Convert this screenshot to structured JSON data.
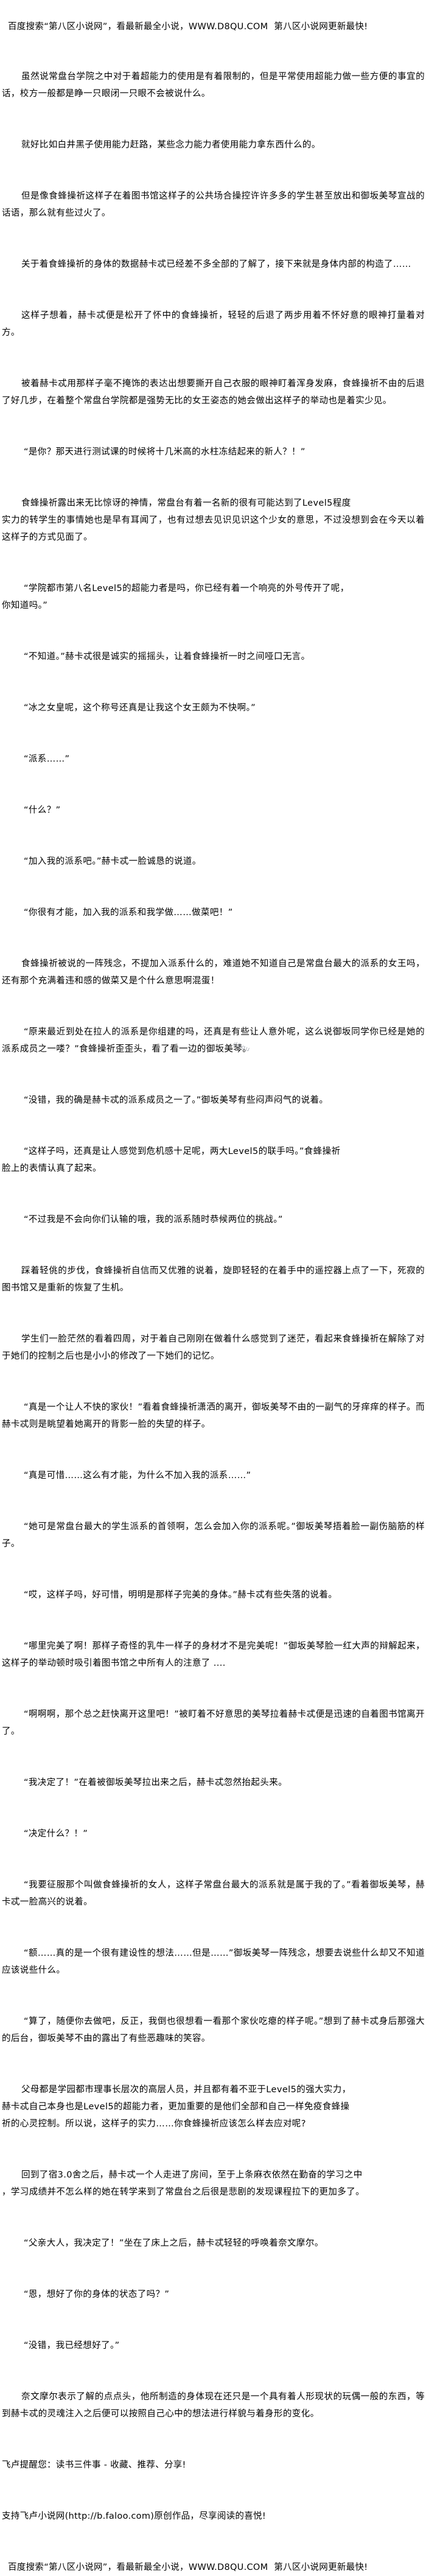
{
  "header_ad": "百度搜索“第八区小说网”，看最新最全小说，WWW.D8QU.COM  第八区小说网更新最快!",
  "paragraphs": [
    "虽然说常盘台学院之中对于着超能力的使用是有着限制的，但是平常使用超能力做一些方便的事宜的话，校方一般都是睁一只眼闭一只眼不会被说什么。",
    "就好比如白井黑子使用能力赶路，某些念力能力者使用能力拿东西什么的。",
    "但是像食蜂操祈这样子在着图书馆这样子的公共场合操控许许多多的学生甚至放出和御坂美琴宣战的话语，那么就有些过火了。",
    "关于着食蜂操祈的身体的数据赫卡忒已经差不多全部的了解了，接下来就是身体内部的构造了……",
    "这样子想着，赫卡忒便是松开了怀中的食蜂操祈，轻轻的后退了两步用着不怀好意的眼神打量着对方。",
    "被着赫卡忒用那样子毫不掩饰的表达出想要撕开自己衣服的眼神盯着浑身发麻，食蜂操祈不由的后退了好几步，在着整个常盘台学院都是强势无比的女王姿态的她会做出这样子的举动也是着实少见。",
    "“是你？那天进行测试课的时候将十几米高的水柱冻结起来的新人？！”",
    "食蜂操祈露出来无比惊讶的神情，常盘台有着一名新的很有可能达到了Level5程度\n实力的转学生的事情她也是早有耳闻了，也有过想去见识见识这个少女的意思，不过没想到会在今天以着这样子的方式见面了。",
    "“学院都市第八名Level5的超能力者是吗，你已经有着一个响亮的外号传开了呢，\n你知道吗。”",
    "“不知道。”赫卡忒很是诚实的摇摇头，让着食蜂操祈一时之间哑口无言。",
    "“冰之女皇呢，这个称号还真是让我这个女王颇为不快啊。”",
    "“派系……”",
    "“什么？”",
    "“加入我的派系吧。”赫卡忒一脸诚恳的说道。",
    "“你很有才能，加入我的派系和我学做……做菜吧！”",
    "食蜂操祈被说的一阵残念，不提加入派系什么的，难道她不知道自己是常盘台最大的派系的女王吗，还有那个充满着违和感的做菜又是个什么意思啊混蛋！",
    "“原来最近到处在拉人的派系是你组建的吗，还真是有些让人意外呢，这么说御坂同学你已经是她的派系成员之一喽？”食蜂操祈歪歪头，看了看一边的御坂美琴。",
    "“没错，我的确是赫卡忒的派系成员之一了。”御坂美琴有些闷声闷气的说着。",
    "“这样子吗，还真是让人感觉到危机感十足呢，两大Level5的联手吗。”食蜂操祈\n脸上的表情认真了起来。",
    "“不过我是不会向你们认输的哦，我的派系随时恭候两位的挑战。”",
    "踩着轻佻的步伐，食蜂操祈自信而又优雅的说着，旋即轻轻的在着手中的遥控器上点了一下，死寂的图书馆又是重新的恢复了生机。",
    "学生们一脸茫然的看着四周，对于着自己刚刚在做着什么感觉到了迷茫，看起来食蜂操祈在解除了对于她们的控制之后也是小小的修改了一下她们的记忆。",
    "“真是一个让人不快的家伙！”看着食蜂操祈潇洒的离开，御坂美琴不由的一副气的牙痒痒的样子。而赫卡忒则是眺望着她离开的背影一脸的失望的样子。",
    "“真是可惜……这么有才能，为什么不加入我的派系……”",
    "“她可是常盘台最大的学生派系的首领啊，怎么会加入你的派系呢。”御坂美琴捂着脸一副伤脑筋的样子。",
    "“哎，这样子吗，好可惜，明明是那样子完美的身体。”赫卡忒有些失落的说着。",
    "“哪里完美了啊！那样子奇怪的乳牛一样子的身材才不是完美呢！”御坂美琴脸一红大声的辩解起来，这样子的举动顿时吸引着图书馆之中所有人的注意了 ....",
    "“啊啊啊，那个总之赶快离开这里吧！”被盯着不好意思的美琴拉着赫卡忒便是迅速的自着图书馆离开了。",
    "“我决定了！”在着被御坂美琴拉出来之后，赫卡忒忽然抬起头来。",
    "“决定什么？！”",
    "“我要征服那个叫做食蜂操祈的女人，这样子常盘台最大的派系就是属于我的了。”看着御坂美琴，赫卡忒一脸高兴的说着。",
    "“额……真的是一个很有建设性的想法……但是……”御坂美琴一阵残念，想要去说些什么却又不知道应该说些什么。",
    "“算了，随便你去做吧，反正，我倒也很想看一看那个家伙吃瘪的样子呢。”想到了赫卡忒身后那强大的后台，御坂美琴不由的露出了有些恶趣味的笑容。",
    "父母都是学园都市理事长层次的高层人员，并且都有着不亚于Level5的强大实力，\n赫卡忒自己本身也是Level5的超能力者，更加重要的是他们全部和自己一样免疫食蜂操\n祈的心灵控制。所以说，这样子的实力……你食蜂操祈应该怎么样去应对呢?",
    "回到了宿3.0舍之后，赫卡忒一个人走进了房间，至于上条麻衣依然在勤奋的学习之中\n，学习成绩并不怎么样的她在转学来到了常盘台之后很是悲剧的发现课程拉下的更加多了。",
    "“父亲大人，我决定了！”坐在了床上之后，赫卡忒轻轻的呼唤着奈文摩尔。",
    "“恩，想好了你的身体的状态了吗？”",
    "“没错，我已经想好了。”",
    "奈文摩尔表示了解的点点头，他所制造的身体现在还只是一个具有着人形现状的玩偶一般的东西，等到赫卡忒的灵魂注入之后便可以按照自己心中的想法进行样貌与着身形的变化。"
  ],
  "dialog_indices": [
    6,
    8,
    9,
    10,
    11,
    12,
    13,
    14,
    16,
    17,
    18,
    19,
    22,
    23,
    24,
    25,
    26,
    27,
    28,
    29,
    30,
    31,
    32,
    35,
    36,
    37
  ],
  "footer_notes": [
    "飞卢提醒您：读书三件事 - 收藏、推荐、分享!",
    "支持飞卢小说网(http://b.faloo.com)原创作品，尽享阅读的喜悦!"
  ],
  "footer_ad": "百度搜索“第八区小说网”，看最新最全小说，WWW.D8QU.COM  第八区小说网更新最快!",
  "watermark_text": "d8qu"
}
